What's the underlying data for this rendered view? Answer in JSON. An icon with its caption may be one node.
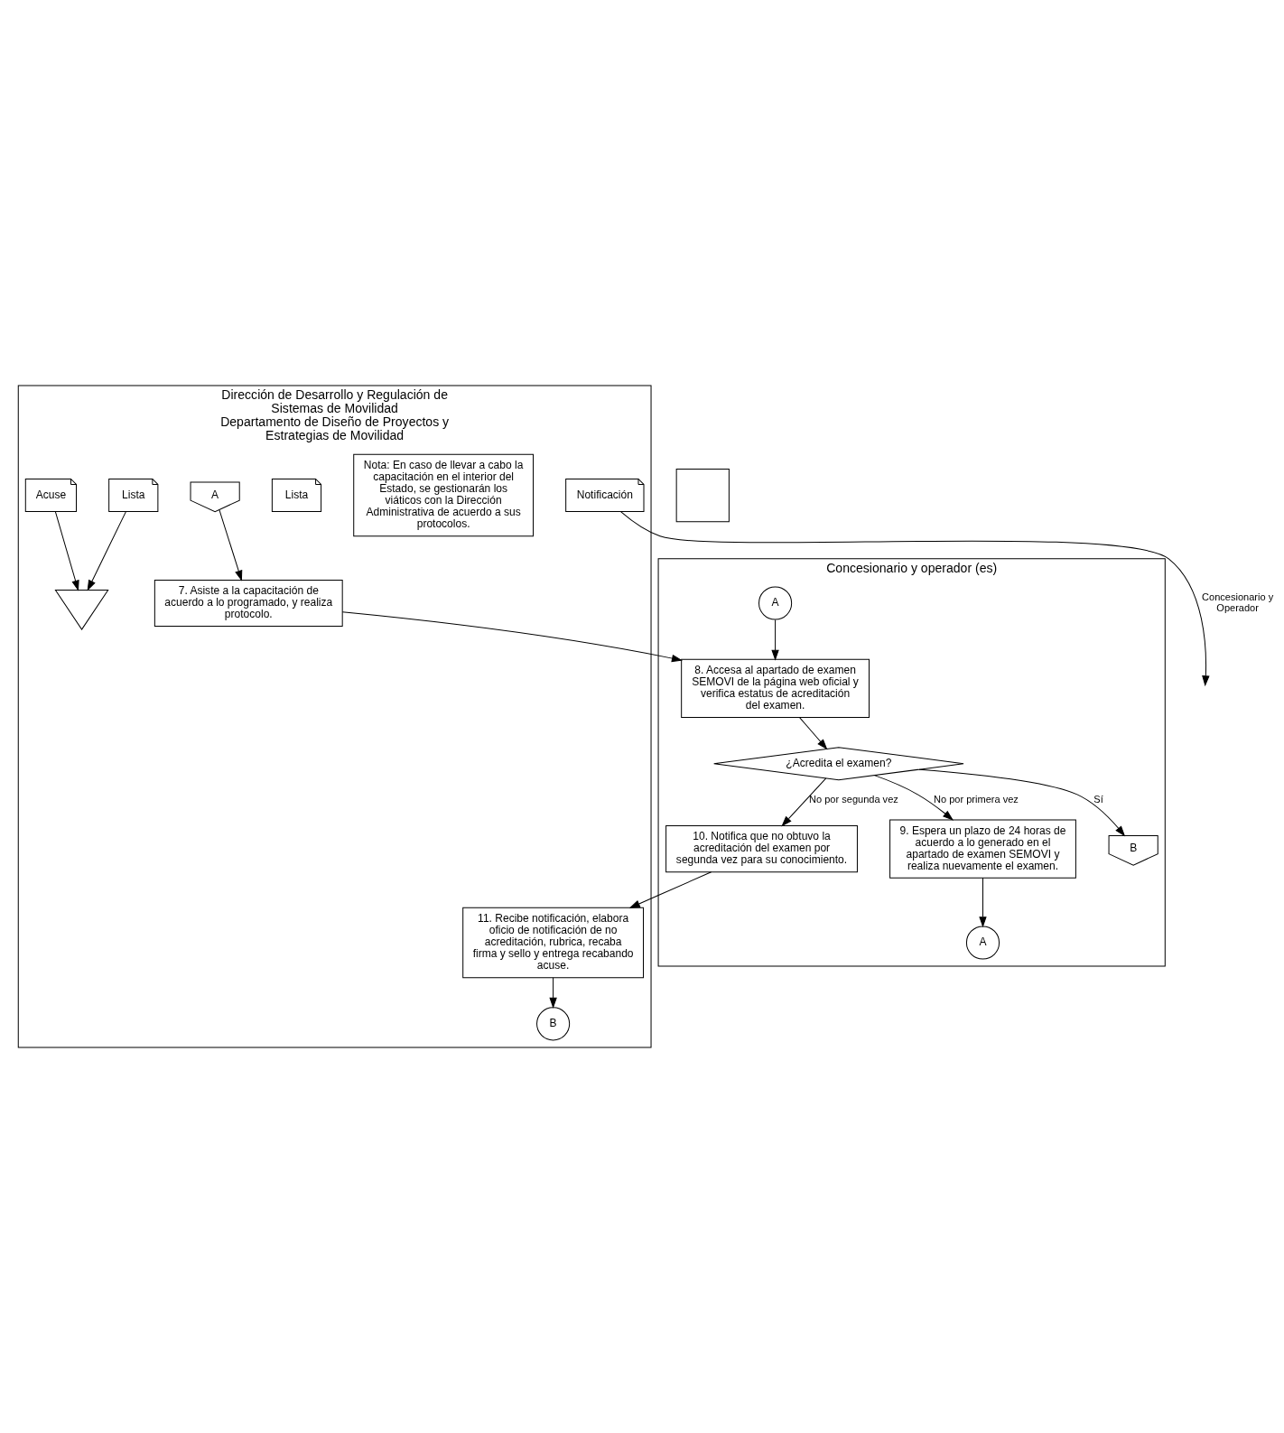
{
  "diagram": {
    "nodes": [
      {
        "text": [
          "Dirección de Desarrollo y Regulación de Sistemas de Movilidad",
          "Departamento de Diseño de Proyectos y Estrategias de Movilidad"
        ]
      },
      {
        "text": [
          "Concesionario y operador (es)"
        ]
      },
      {
        "text": [],
        "shape": "box"
      },
      {
        "text": [
          "A"
        ],
        "in": 0
      },
      {
        "text": [
          "Nota: En caso de llevar a cabo la capacitación en el interior del Estado, se gestionarán los viáticos con la Dirección Administrativa de acuerdo a sus protocolos."
        ],
        "in": 0
      },
      {
        "text": [
          "7. Asiste a la capacitación de acuerdo a lo programado, y realiza protocolo."
        ],
        "in": 0
      },
      {
        "text": [
          "Lista"
        ],
        "in": 0
      },
      {
        "text": [
          "A"
        ],
        "in": 1
      },
      {
        "text": [
          "8. Accesa al apartado de examen SEMOVI de la página web oficial y verifica estatus de acreditación del examen."
        ],
        "in": 1
      },
      {
        "text": [
          "¿Acredita el examen?"
        ],
        "in": 1
      },
      {
        "text": [
          "9. Espera un plazo de 24 horas de acuerdo a lo generado en el apartado de examen SEMOVI y realiza nuevamente el examen."
        ],
        "in": 1
      },
      {
        "text": [
          "A"
        ],
        "in": 1
      },
      {
        "text": [
          "10. Notifica que no obtuvo la acreditación del examen por segunda vez para su conocimiento."
        ],
        "in": 1
      },
      {
        "text": [
          "B"
        ],
        "in": 1
      },
      {
        "text": [
          "11. Recibe notificación, elabora oficio de notificación de no acreditación, rubrica, recaba firma y sello y entrega recabando acuse."
        ],
        "in": 0
      },
      {
        "text": [
          "Notificación"
        ],
        "in": 0
      },
      {
        "text": [
          "Acuse"
        ],
        "in": 0
      },
      {
        "text": [
          "Lista"
        ],
        "in": 0
      },
      {
        "text": [],
        "shape": "triangle",
        "in": 0
      },
      {
        "text": [
          "B"
        ],
        "in": 0
      }
    ],
    "edges": [
      {
        "from": 3,
        "to": 5,
        "arrow": "to"
      },
      {
        "from": 5,
        "to": 8,
        "arrow": "to"
      },
      {
        "from": 7,
        "to": 8,
        "arrow": "to"
      },
      {
        "from": 8,
        "to": 9,
        "arrow": "to"
      },
      {
        "from": 9,
        "to": 10,
        "arrow": "to",
        "label": "No por primera vez"
      },
      {
        "from": 9,
        "to": 12,
        "arrow": "to",
        "label": "No por segunda vez"
      },
      {
        "from": 9,
        "to": 13,
        "arrow": "to",
        "label": "Sí"
      },
      {
        "from": 10,
        "to": 11,
        "arrow": "to"
      },
      {
        "from": 12,
        "to": 14,
        "arrow": "to"
      },
      {
        "from": 14,
        "to": 19,
        "arrow": "to"
      },
      {
        "from": 15,
        "to": null,
        "arrow": "to",
        "label": "Concesionario y Operador"
      },
      {
        "from": 16,
        "to": 18,
        "arrow": "to"
      },
      {
        "from": 17,
        "to": 18,
        "arrow": "to"
      }
    ]
  }
}
